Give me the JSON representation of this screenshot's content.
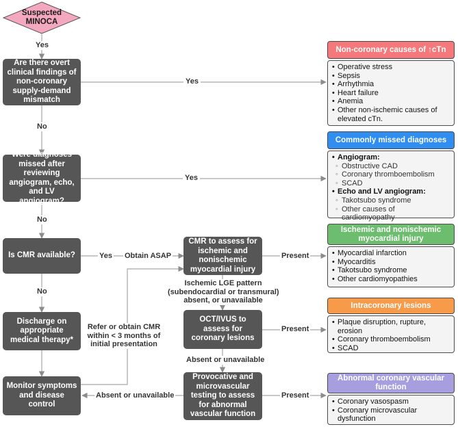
{
  "start": {
    "lines": [
      "Suspected",
      "MINOCA"
    ],
    "color": "#f4a8c0"
  },
  "decisions": {
    "q_findings": [
      "Are there overt",
      "clinical findings of",
      "non-coronary",
      "supply-demand",
      "mismatch"
    ],
    "q_missed": [
      "Were diagnoses",
      "missed after",
      "reviewing",
      "angiogram, echo,",
      "and LV angiogram?"
    ],
    "q_cmr": [
      "Is CMR available?"
    ],
    "discharge": [
      "Discharge on",
      "appropriate",
      "medical therapy*"
    ],
    "monitor": [
      "Monitor symptoms",
      "and disease control"
    ]
  },
  "tests": {
    "cmr": [
      "CMR to assess for",
      "ischemic and",
      "nonischemic",
      "myocardial injury"
    ],
    "oct": [
      "OCT/IVUS to",
      "assess for",
      "coronary lesions"
    ],
    "provocative": [
      "Provocative and",
      "microvascular",
      "testing to assess",
      "for abnormal",
      "vascular function"
    ]
  },
  "edge_labels": {
    "yes_start": "Yes",
    "yes_findings": "Yes",
    "no_findings": "No",
    "yes_missed": "Yes",
    "no_missed": "No",
    "yes_cmr": "Yes",
    "obtain_asap": "Obtain ASAP",
    "no_cmr": "No",
    "refer": [
      "Refer or obtain CMR",
      "within < 3 months of",
      "initial presentation"
    ],
    "present_cmr": "Present",
    "lge_pattern": [
      "Ischemic LGE pattern",
      "(subendocardial or transmural)",
      "absent, or unavailable"
    ],
    "present_oct": "Present",
    "absent_oct": "Absent or unavailable",
    "present_prov": "Present",
    "absent_prov": "Absent or unavailable"
  },
  "outcomes": [
    {
      "id": "noncoronary",
      "title": [
        "Non-coronary causes of ↑cTn"
      ],
      "color": "#f5787a",
      "items": [
        {
          "text": "Operative stress",
          "kind": "bullet"
        },
        {
          "text": "Sepsis",
          "kind": "bullet"
        },
        {
          "text": "Arrhythmia",
          "kind": "bullet"
        },
        {
          "text": "Heart failure",
          "kind": "bullet"
        },
        {
          "text": "Anemia",
          "kind": "bullet"
        },
        {
          "text": "Other non-ischemic causes of elevated cTn.",
          "kind": "bullet"
        }
      ]
    },
    {
      "id": "missed",
      "title": [
        "Commonly missed diagnoses"
      ],
      "color": "#2f8ef0",
      "items": [
        {
          "text": "Angiogram:",
          "kind": "head"
        },
        {
          "text": "Obstructive CAD",
          "kind": "sub"
        },
        {
          "text": "Coronary thromboembolism",
          "kind": "sub"
        },
        {
          "text": "SCAD",
          "kind": "sub"
        },
        {
          "text": "Echo and LV angiogram:",
          "kind": "head"
        },
        {
          "text": "Takotsubo syndrome",
          "kind": "sub"
        },
        {
          "text": "Other causes of cardiomyopathy",
          "kind": "sub"
        }
      ]
    },
    {
      "id": "myocardial",
      "title": [
        "Ischemic and nonischemic",
        "myocardial injury"
      ],
      "color": "#6cbd6e",
      "items": [
        {
          "text": "Myocardial infarction",
          "kind": "bullet"
        },
        {
          "text": "Myocarditis",
          "kind": "bullet"
        },
        {
          "text": "Takotsubo syndrome",
          "kind": "bullet"
        },
        {
          "text": "Other cardiomyopathies",
          "kind": "bullet"
        }
      ]
    },
    {
      "id": "intracoronary",
      "title": [
        "Intracoronary lesions"
      ],
      "color": "#f79a4a",
      "items": [
        {
          "text": "Plaque disruption, rupture, erosion",
          "kind": "bullet"
        },
        {
          "text": "Coronary thromboembolism",
          "kind": "bullet"
        },
        {
          "text": "SCAD",
          "kind": "bullet"
        }
      ]
    },
    {
      "id": "vascular",
      "title": [
        "Abnormal coronary vascular",
        "function"
      ],
      "color": "#a79ee0",
      "items": [
        {
          "text": "Coronary vasospasm",
          "kind": "bullet"
        },
        {
          "text": "Coronary microvascular dysfunction",
          "kind": "bullet"
        }
      ]
    }
  ],
  "colors": {
    "box": "#565656",
    "line": "#a6a6a6",
    "text": "#333333"
  }
}
